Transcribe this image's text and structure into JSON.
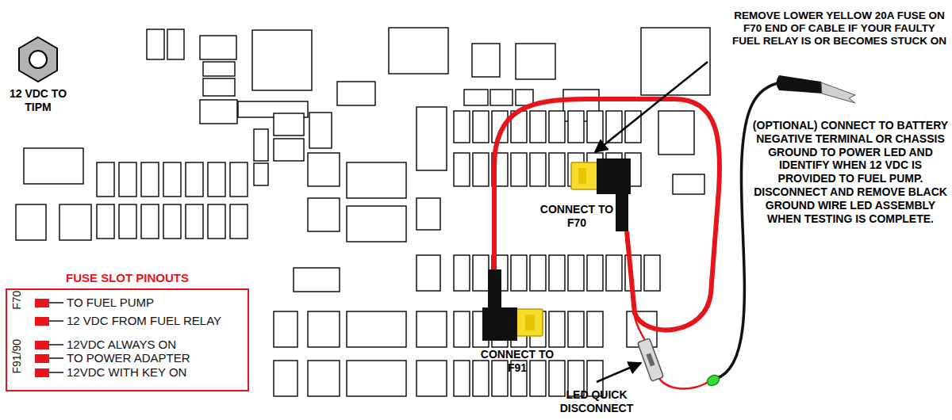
{
  "diagram": {
    "nodes": [
      {
        "text": [
          "FUSE SLOT PINOUTS",
          "F70",
          "TO FUEL PUMP",
          "12 VDC FROM FUEL RELAY",
          "F91/90",
          "12VDC ALWAYS ON",
          "TO POWER ADAPTER",
          "12VDC WITH KEY ON"
        ]
      }
    ],
    "labels": [
      "12 VDC TO TIPM",
      "REMOVE LOWER YELLOW 20A FUSE ON F70 END OF CABLE IF YOUR FAULTY FUEL RELAY IS OR BECOMES STUCK ON",
      "CONNECT TO F70",
      "CONNECT TO F91",
      "(OPTIONAL) CONNECT TO BATTERY NEGATIVE TERMINAL OR CHASSIS GROUND TO POWER LED AND IDENTIFY WHEN 12 VDC IS PROVIDED TO FUEL PUMP. DISCONNECT AND REMOVE BLACK GROUND WIRE LED ASSEMBLY WHEN TESTING IS COMPLETE.",
      "LED QUICK DISCONNECT"
    ]
  }
}
